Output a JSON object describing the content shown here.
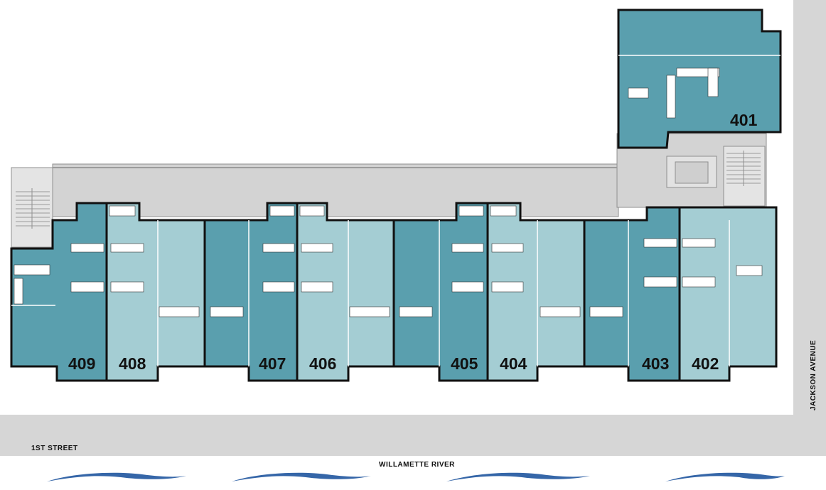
{
  "streets": {
    "first_street": "1ST STREET",
    "river": "WILLAMETTE RIVER",
    "jackson_avenue": "JACKSON AVENUE"
  },
  "units": [
    {
      "id": "401",
      "shade": "dark"
    },
    {
      "id": "402",
      "shade": "light"
    },
    {
      "id": "403",
      "shade": "dark"
    },
    {
      "id": "404",
      "shade": "light"
    },
    {
      "id": "405",
      "shade": "dark"
    },
    {
      "id": "406",
      "shade": "light"
    },
    {
      "id": "407",
      "shade": "dark"
    },
    {
      "id": "408",
      "shade": "light"
    },
    {
      "id": "409",
      "shade": "dark"
    }
  ],
  "colors": {
    "dark_unit": "#5a9fae",
    "light_unit": "#a4cdd3",
    "core": "#d3d3d3",
    "street": "#d6d6d6",
    "water": "#3566a8",
    "wall": "#111111",
    "fixture": "#ffffff"
  }
}
